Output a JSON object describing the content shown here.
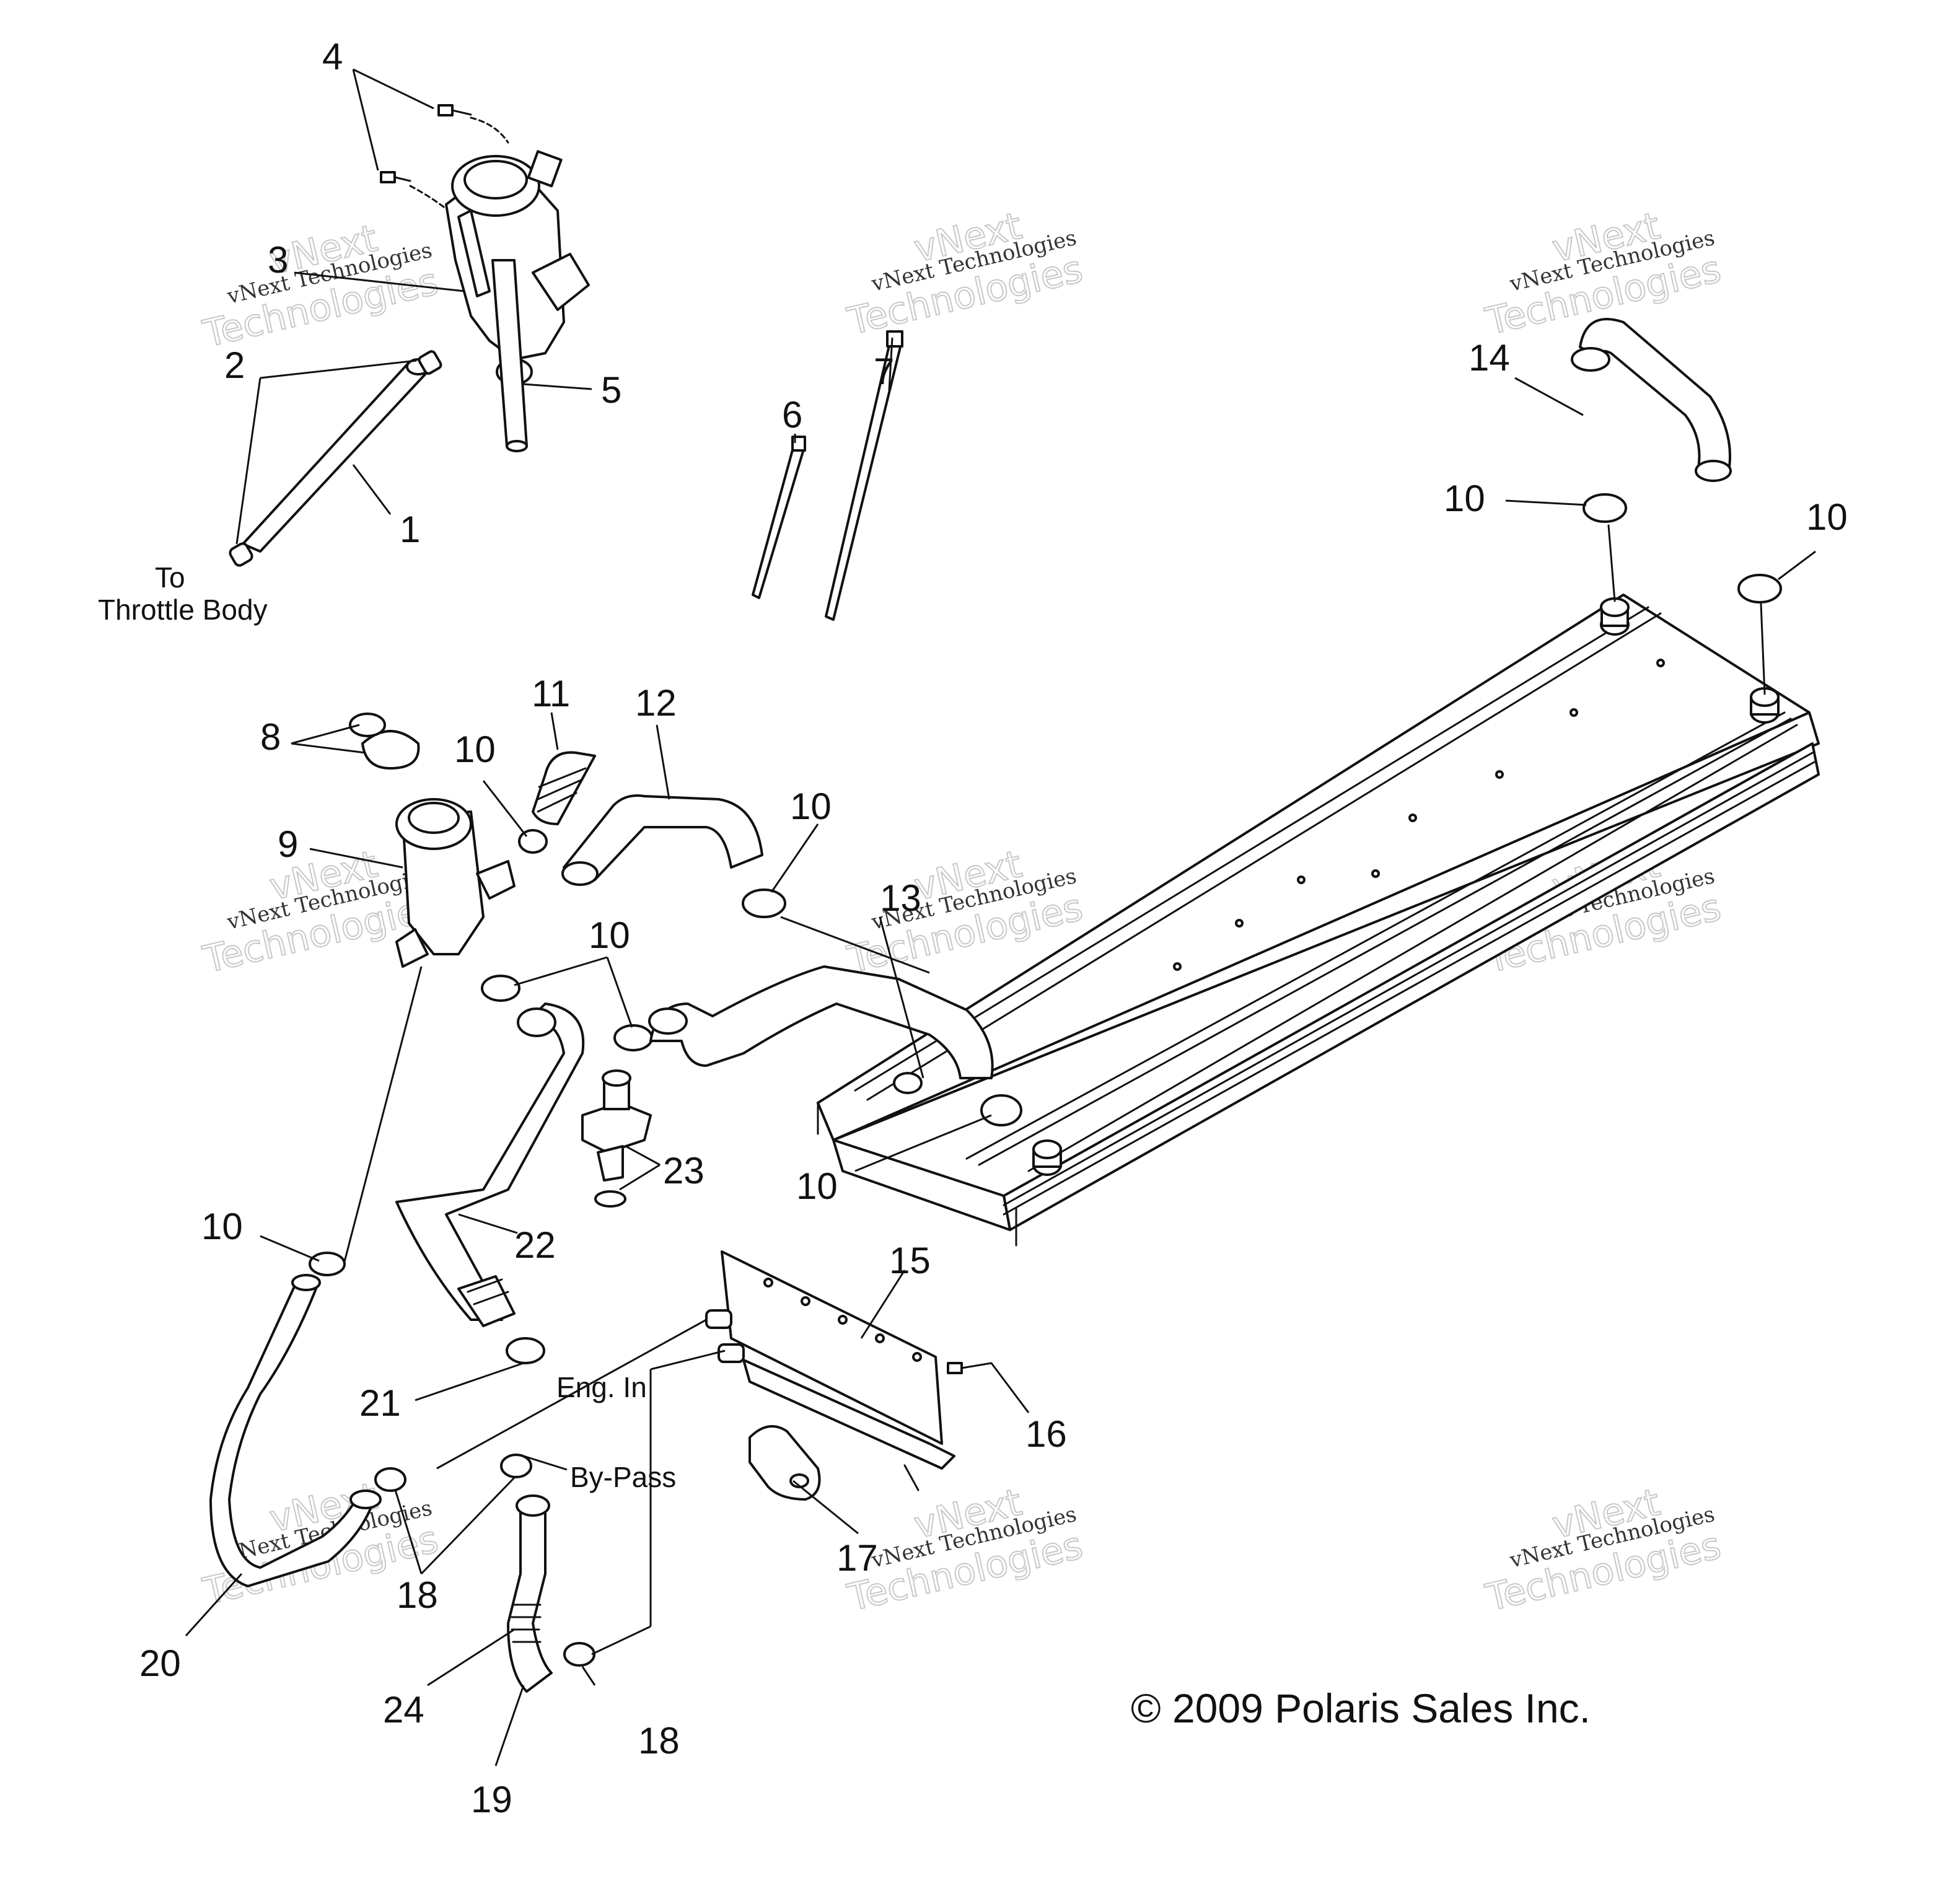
{
  "labels": {
    "l1": "1",
    "l2": "2",
    "l3": "3",
    "l4": "4",
    "l5": "5",
    "l6": "6",
    "l7": "7",
    "l8": "8",
    "l9": "9",
    "l10": "10",
    "l11": "11",
    "l12": "12",
    "l13": "13",
    "l14": "14",
    "l15": "15",
    "l16": "16",
    "l17": "17",
    "l18": "18",
    "l19": "19",
    "l20": "20",
    "l21": "21",
    "l22": "22",
    "l23": "23",
    "l24": "24"
  },
  "notes": {
    "to": "To",
    "throttle_body": "Throttle Body",
    "eng_in": "Eng. In",
    "bypass": "By-Pass"
  },
  "copyright": "© 2009 Polaris Sales Inc.",
  "watermark": {
    "line1": "vNext",
    "line2": "vNext Technologies",
    "line3": "Technologies"
  }
}
